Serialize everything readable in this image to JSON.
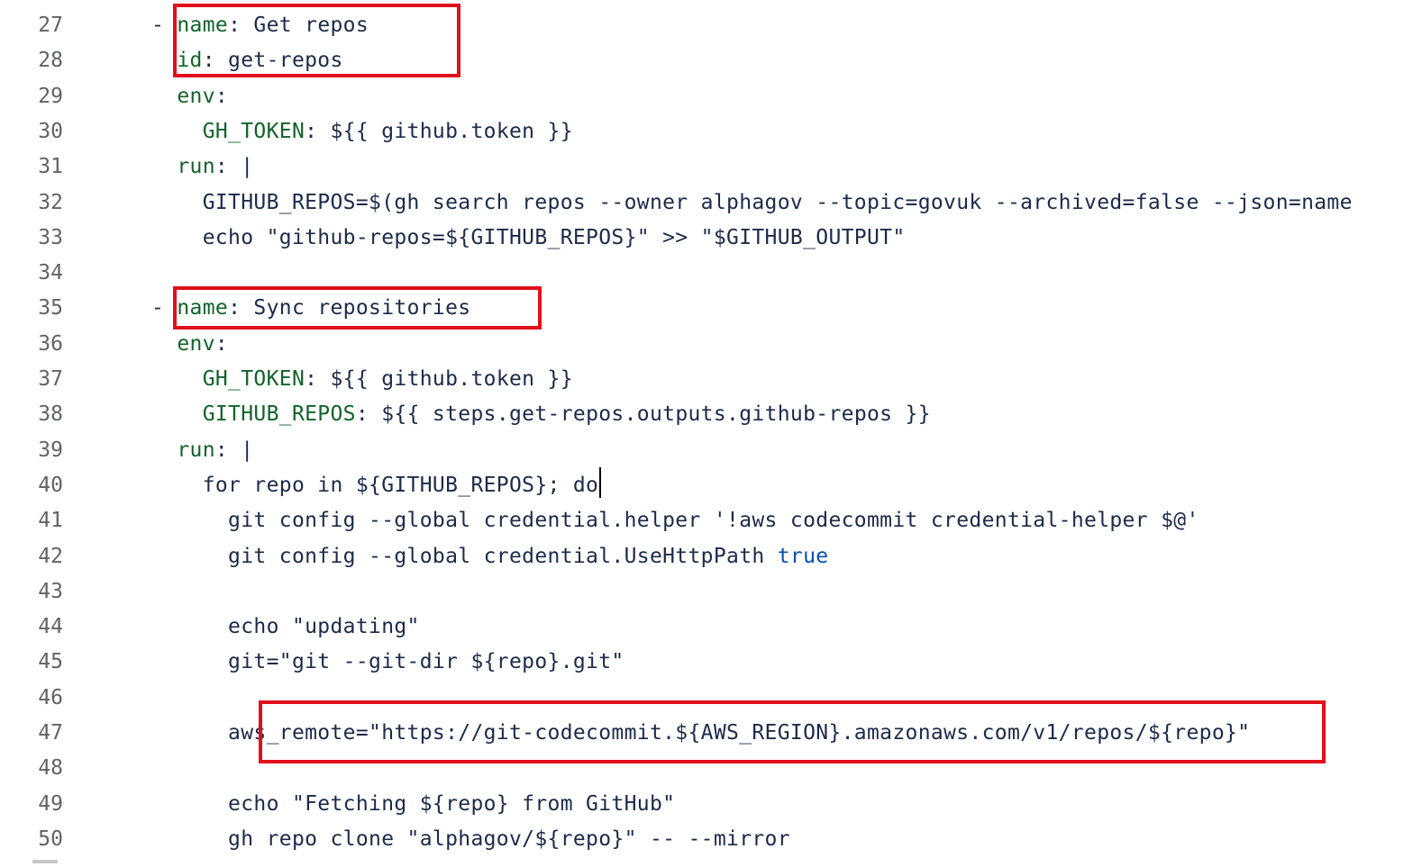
{
  "editor": {
    "highlight_color": "#e0101c",
    "key_color": "#116329",
    "text_color": "#1c2a4a",
    "keyword_color": "#0550ae",
    "line_number_color": "#5f6368",
    "cursor_line": 40,
    "lines": [
      {
        "n": "27",
        "tokens": [
          {
            "t": "      - "
          },
          {
            "t": "name",
            "c": "key"
          },
          {
            "t": ": Get repos"
          }
        ]
      },
      {
        "n": "28",
        "tokens": [
          {
            "t": "        "
          },
          {
            "t": "id",
            "c": "key"
          },
          {
            "t": ": get-repos"
          }
        ]
      },
      {
        "n": "29",
        "tokens": [
          {
            "t": "        "
          },
          {
            "t": "env",
            "c": "key"
          },
          {
            "t": ":"
          }
        ]
      },
      {
        "n": "30",
        "tokens": [
          {
            "t": "          "
          },
          {
            "t": "GH_TOKEN",
            "c": "key"
          },
          {
            "t": ": ${{ github.token }}"
          }
        ]
      },
      {
        "n": "31",
        "tokens": [
          {
            "t": "        "
          },
          {
            "t": "run",
            "c": "key"
          },
          {
            "t": ": |"
          }
        ]
      },
      {
        "n": "32",
        "tokens": [
          {
            "t": "          GITHUB_REPOS=$(gh search repos --owner alphagov --topic=govuk --archived=false --json=name"
          }
        ]
      },
      {
        "n": "33",
        "tokens": [
          {
            "t": "          echo \"github-repos=${GITHUB_REPOS}\" >> \"$GITHUB_OUTPUT\""
          }
        ]
      },
      {
        "n": "34",
        "tokens": []
      },
      {
        "n": "35",
        "tokens": [
          {
            "t": "      - "
          },
          {
            "t": "name",
            "c": "key"
          },
          {
            "t": ": Sync repositories"
          }
        ]
      },
      {
        "n": "36",
        "tokens": [
          {
            "t": "        "
          },
          {
            "t": "env",
            "c": "key"
          },
          {
            "t": ":"
          }
        ]
      },
      {
        "n": "37",
        "tokens": [
          {
            "t": "          "
          },
          {
            "t": "GH_TOKEN",
            "c": "key"
          },
          {
            "t": ": ${{ github.token }}"
          }
        ]
      },
      {
        "n": "38",
        "tokens": [
          {
            "t": "          "
          },
          {
            "t": "GITHUB_REPOS",
            "c": "key"
          },
          {
            "t": ": ${{ steps.get-repos.outputs.github-repos }}"
          }
        ]
      },
      {
        "n": "39",
        "tokens": [
          {
            "t": "        "
          },
          {
            "t": "run",
            "c": "key"
          },
          {
            "t": ": |"
          }
        ]
      },
      {
        "n": "40",
        "tokens": [
          {
            "t": "          for repo in ${GITHUB_REPOS}; do"
          }
        ]
      },
      {
        "n": "41",
        "tokens": [
          {
            "t": "            git config --global credential.helper '!aws codecommit credential-helper $@'"
          }
        ]
      },
      {
        "n": "42",
        "tokens": [
          {
            "t": "            git config --global credential.UseHttpPath "
          },
          {
            "t": "true",
            "c": "kw"
          }
        ]
      },
      {
        "n": "43",
        "tokens": []
      },
      {
        "n": "44",
        "tokens": [
          {
            "t": "            echo \"updating\""
          }
        ]
      },
      {
        "n": "45",
        "tokens": [
          {
            "t": "            git=\"git --git-dir ${repo}.git\""
          }
        ]
      },
      {
        "n": "46",
        "tokens": []
      },
      {
        "n": "47",
        "tokens": [
          {
            "t": "            aws_remote=\"https://git-codecommit.${AWS_REGION}.amazonaws.com/v1/repos/${repo}\""
          }
        ]
      },
      {
        "n": "48",
        "tokens": []
      },
      {
        "n": "49",
        "tokens": [
          {
            "t": "            echo \"Fetching ${repo} from GitHub\""
          }
        ]
      },
      {
        "n": "50",
        "tokens": [
          {
            "t": "            gh repo clone \"alphagov/${repo}\" -- --mirror"
          }
        ]
      }
    ]
  },
  "highlights": [
    {
      "name": "highlight-get-repos-step",
      "from_line": 27,
      "to_line": 28
    },
    {
      "name": "highlight-sync-repositories-step",
      "from_line": 35,
      "to_line": 35
    },
    {
      "name": "highlight-aws-remote-line",
      "from_line": 47,
      "to_line": 47
    }
  ]
}
